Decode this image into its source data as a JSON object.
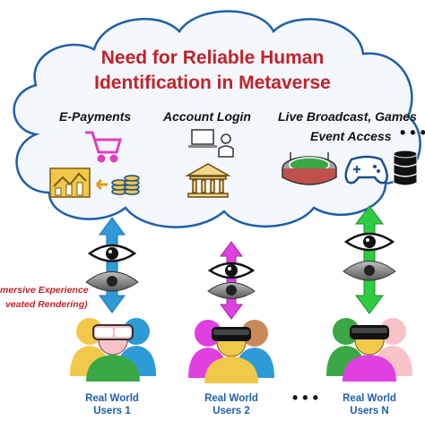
{
  "cloud": {
    "title_line1": "Need for Reliable Human",
    "title_line2": "Identification in Metaverse"
  },
  "services": [
    {
      "label": "E-Payments",
      "icons": [
        "shopping-cart-icon",
        "chart-icon",
        "coins-icon"
      ]
    },
    {
      "label": "Account Login",
      "icons": [
        "computer-user-icon",
        "bank-icon"
      ]
    },
    {
      "label": "Live Broadcast, Games",
      "label2": "Event Access",
      "icons": [
        "stadium-icon",
        "gamepad-icon",
        "database-icon"
      ]
    }
  ],
  "more_services": "• • •",
  "experience_label": {
    "line1": "mersive Experience",
    "line2": "veated Rendering)"
  },
  "users": [
    {
      "line1": "Real World",
      "line2": "Users 1",
      "arrow_color": "#2e9ad6"
    },
    {
      "line1": "Real World",
      "line2": "Users 2",
      "arrow_color": "#e040e0"
    },
    {
      "line1": "Real World",
      "line2": "Users N",
      "arrow_color": "#2ecc40"
    }
  ],
  "users_ellipsis": "• • •",
  "colors": {
    "title": "#c0232b",
    "cloud_fill": "#f4f7fb",
    "cloud_stroke": "#1f5fa8",
    "user_label": "#1f5fa8"
  }
}
